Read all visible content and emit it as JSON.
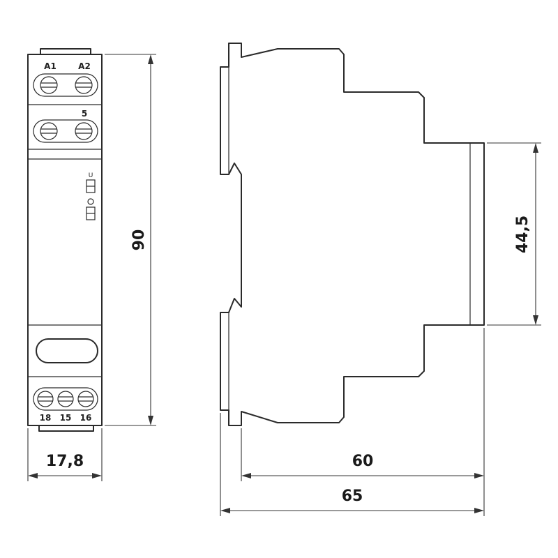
{
  "front_view": {
    "top_terminals": [
      "A1",
      "A2"
    ],
    "middle_terminal": "5",
    "bottom_terminals": [
      "18",
      "15",
      "16"
    ],
    "indicator_symbol": "U"
  },
  "dimensions": {
    "height": "90",
    "width": "17,8",
    "depth_60": "60",
    "depth_65": "65",
    "front_height": "44,5"
  }
}
